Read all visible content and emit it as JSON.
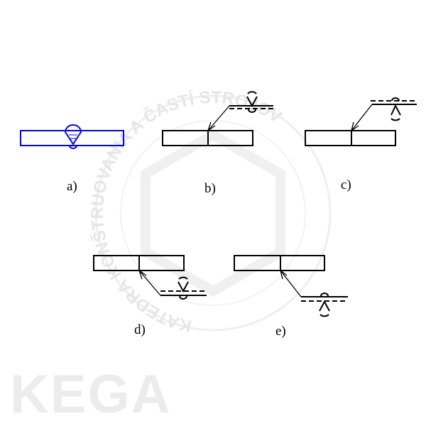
{
  "watermark": {
    "ring_text": "KATEDRA KONŠTRUOVANIA A ČASTÍ STROJOV",
    "logo_text": "KEGA"
  },
  "figures": [
    {
      "label": "a)",
      "color": "#0000ff"
    },
    {
      "label": "b)",
      "color": "#000000"
    },
    {
      "label": "c)",
      "color": "#000000"
    },
    {
      "label": "d)",
      "color": "#000000"
    },
    {
      "label": "e)",
      "color": "#000000"
    }
  ]
}
